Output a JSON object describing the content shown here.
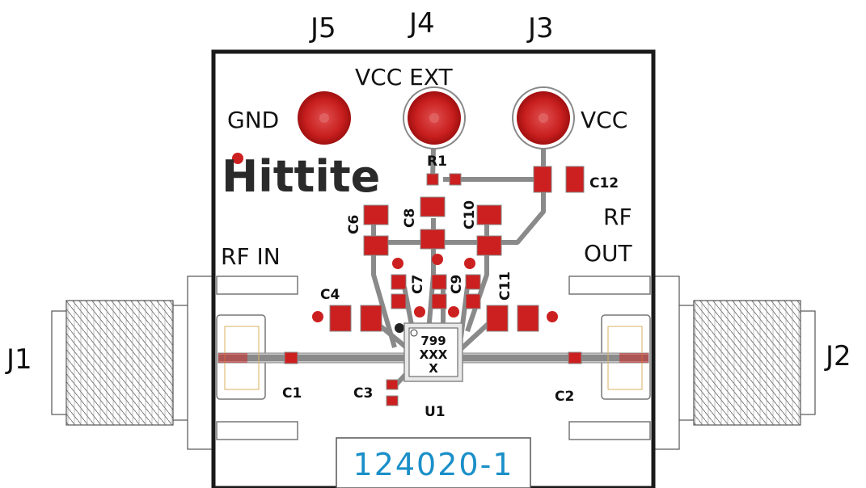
{
  "connectors": {
    "j1": "J1",
    "j2": "J2",
    "j3": "J3",
    "j4": "J4",
    "j5": "J5"
  },
  "pads": {
    "gnd": "GND",
    "vcc_ext": "VCC EXT",
    "vcc": "VCC"
  },
  "ports": {
    "rf_in": "RF IN",
    "rf_out_line1": "RF",
    "rf_out_line2": "OUT"
  },
  "components": {
    "r1": "R1",
    "c1": "C1",
    "c2": "C2",
    "c3": "C3",
    "c4": "C4",
    "c6": "C6",
    "c7": "C7",
    "c8": "C8",
    "c9": "C9",
    "c10": "C10",
    "c11": "C11",
    "c12": "C12",
    "u1": "U1"
  },
  "chip_marking": {
    "line1": "799",
    "line2": "XXX",
    "line3": "X"
  },
  "logo": "Hittite",
  "board_part_number": "124020-1",
  "colors": {
    "pad_red": "#cc2020",
    "trace_gray": "#8a8a8a",
    "silkscreen": "#111111",
    "part_number_blue": "#1a8fc8",
    "logo_dark": "#2a2a2a"
  }
}
